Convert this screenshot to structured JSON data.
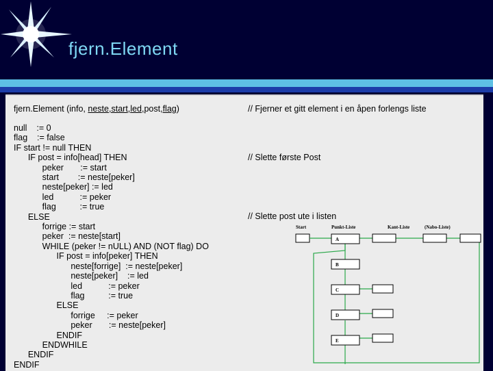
{
  "slide": {
    "title": "fjern.Element",
    "signature": {
      "prefix": "fjern.Element (info,",
      "p1": "neste",
      "p2": "start",
      "p3": "led",
      "mid": "post,",
      "p4": "flag",
      "suffix": ")"
    },
    "code_lines": [
      "null    := 0",
      "flag    := false",
      "IF start != null THEN",
      "      IF post = info[head] THEN",
      "            peker       := start",
      "            start        := neste[peker]",
      "            neste[peker] := led",
      "            led           := peker",
      "            flag          := true",
      "      ELSE",
      "            forrige := start",
      "            peker  := neste[start]",
      "            WHILE (peker != nULL) AND (NOT flag) DO",
      "                  IF post = info[peker] THEN",
      "                        neste[forrige]  := neste[peker]",
      "                        neste[peker]    := led",
      "                        led           := peker",
      "                        flag          := true",
      "                  ELSE",
      "                        forrige     := peker",
      "                        peker       := neste[peker]",
      "                  ENDIF",
      "            ENDWHILE",
      "      ENDIF",
      "ENDIF"
    ],
    "comments": {
      "header": "// Fjerner et gitt element i en åpen forlengs liste",
      "first": "// Slette første Post",
      "inner": "// Slette post ute i listen"
    },
    "diagram": {
      "labels": {
        "start": "Start",
        "punkt": "Punkt-Liste",
        "kant": "Kant-Liste",
        "nabo": "(Nabo-Liste)"
      },
      "nodes": [
        "A",
        "B",
        "C",
        "D",
        "E"
      ]
    },
    "colors": {
      "background": "#000033",
      "title": "#7fd8f4",
      "panel": "#ececec",
      "diagram_lines": "#2aa84a"
    }
  }
}
